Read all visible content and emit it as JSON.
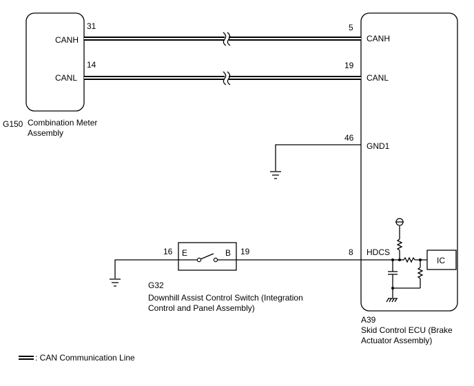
{
  "components": {
    "combination_meter": {
      "code": "G150",
      "name_line1": "Combination Meter",
      "name_line2": "Assembly",
      "pins": [
        {
          "number": "31",
          "label": "CANH"
        },
        {
          "number": "14",
          "label": "CANL"
        }
      ]
    },
    "skid_control_ecu": {
      "code": "A39",
      "name_line1": "Skid Control ECU (Brake",
      "name_line2": "Actuator Assembly)",
      "pins": [
        {
          "number": "5",
          "label": "CANH"
        },
        {
          "number": "19",
          "label": "CANL"
        },
        {
          "number": "46",
          "label": "GND1"
        },
        {
          "number": "8",
          "label": "HDCS"
        }
      ],
      "ic_label": "IC"
    },
    "downhill_switch": {
      "code": "G32",
      "name_line1": "Downhill Assist Control Switch (Integration",
      "name_line2": "Control and Panel Assembly)",
      "terminal_left": "E",
      "terminal_right": "B",
      "pin_left": "16",
      "pin_right": "19"
    }
  },
  "legend": {
    "can_line_label": ": CAN Communication Line"
  }
}
